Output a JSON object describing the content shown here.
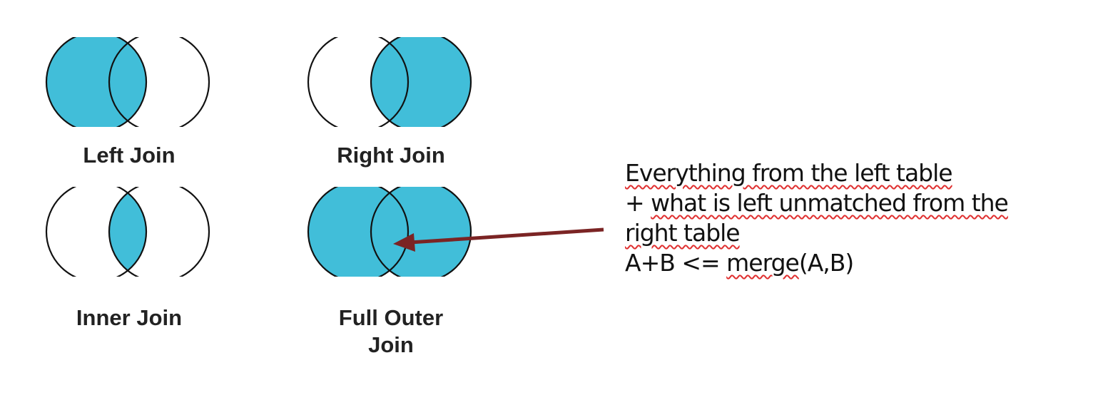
{
  "diagram": {
    "fill_color": "#41BED9",
    "outline_color": "#111111",
    "arrow_color": "#7B2424",
    "joins": [
      {
        "id": "left",
        "label": "Left Join",
        "fill": "left"
      },
      {
        "id": "right",
        "label": "Right Join",
        "fill": "right"
      },
      {
        "id": "inner",
        "label": "Inner Join",
        "fill": "inner"
      },
      {
        "id": "full",
        "label": "Full Outer Join",
        "label_lines": [
          "Full Outer",
          "Join"
        ],
        "fill": "full"
      }
    ]
  },
  "note": {
    "lines": [
      {
        "prefix": "",
        "wavy": "Everything from the left table",
        "suffix": ""
      },
      {
        "prefix": "+ ",
        "wavy": "what is left unmatched from the",
        "suffix": ""
      },
      {
        "prefix": "",
        "wavy": "right table",
        "suffix": ""
      },
      {
        "prefix": "A+B <= ",
        "wavy": "merge",
        "suffix": "(A,B)"
      }
    ]
  }
}
